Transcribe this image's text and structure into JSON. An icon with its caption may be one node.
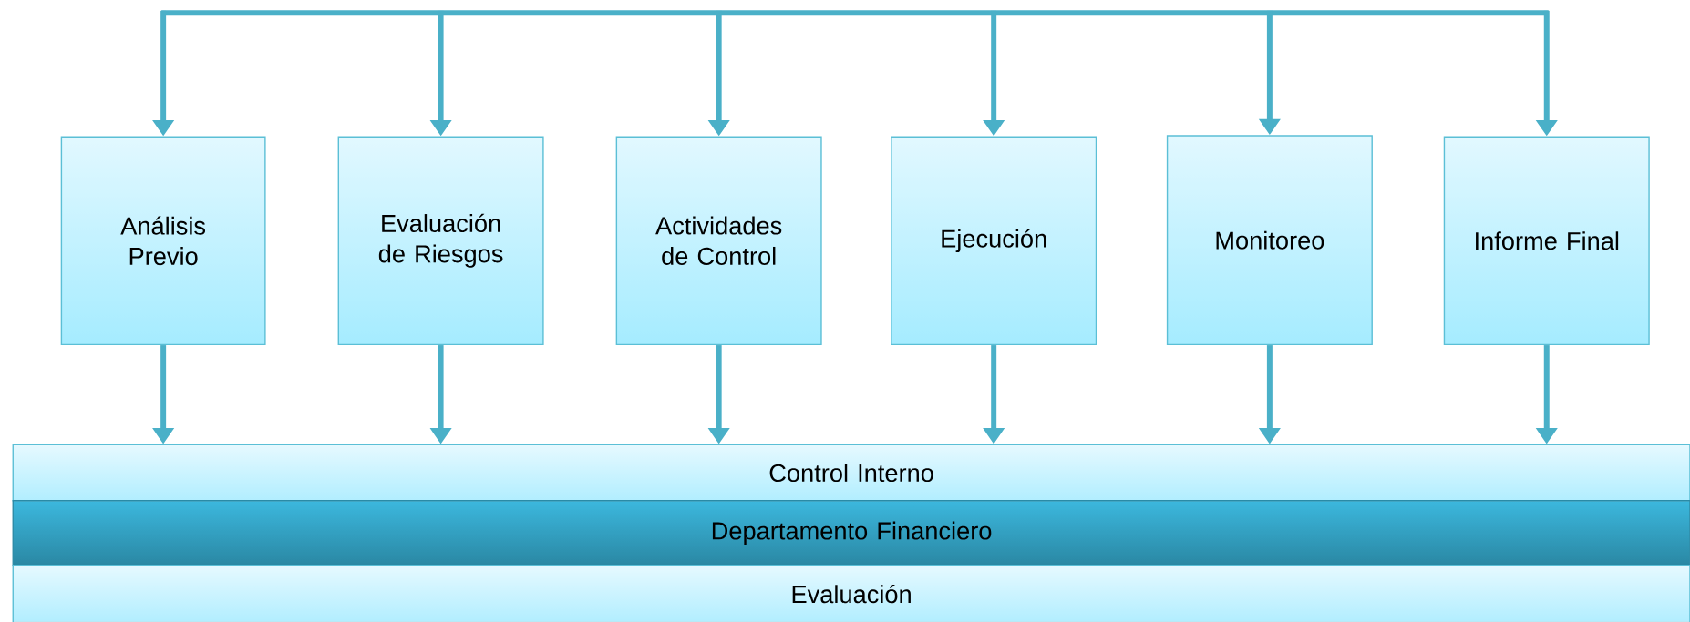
{
  "diagram": {
    "nodes": [
      {
        "text": [
          "Análisis Previo"
        ]
      },
      {
        "text": [
          "Evaluación de Riesgos"
        ]
      },
      {
        "text": [
          "Actividades de Control"
        ]
      },
      {
        "text": [
          "Ejecución"
        ]
      },
      {
        "text": [
          "Monitoreo"
        ]
      },
      {
        "text": [
          "Informe Final"
        ]
      },
      {
        "text": [
          "Control Interno"
        ]
      },
      {
        "text": [
          "Departamento Financiero"
        ]
      },
      {
        "text": [
          "Evaluación"
        ]
      }
    ],
    "edges": [
      {
        "from": null,
        "to": 0,
        "arrow": "to"
      },
      {
        "from": null,
        "to": 1,
        "arrow": "to"
      },
      {
        "from": null,
        "to": 2,
        "arrow": "to"
      },
      {
        "from": null,
        "to": 3,
        "arrow": "to"
      },
      {
        "from": null,
        "to": 4,
        "arrow": "to"
      },
      {
        "from": null,
        "to": 5,
        "arrow": "to"
      },
      {
        "from": 0,
        "to": 6,
        "arrow": "to"
      },
      {
        "from": 1,
        "to": 6,
        "arrow": "to"
      },
      {
        "from": 2,
        "to": 6,
        "arrow": "to"
      },
      {
        "from": 3,
        "to": 6,
        "arrow": "to"
      },
      {
        "from": 4,
        "to": 6,
        "arrow": "to"
      },
      {
        "from": 5,
        "to": 6,
        "arrow": "to"
      }
    ]
  }
}
